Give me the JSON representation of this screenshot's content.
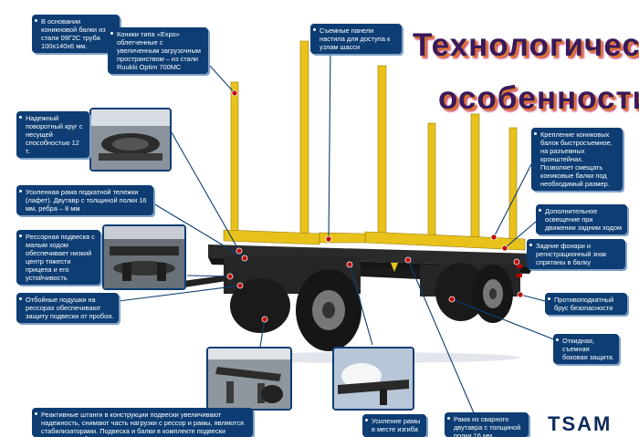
{
  "title": {
    "line1": "Технологические",
    "line2": "особенности"
  },
  "callouts": {
    "base_beams": "В основании коникновой балки из стали 09Г2С труба 100х140х6 мм.",
    "expo_stakes": "Коники типа «Expo» облегченные с увеличенным загрузочным пространством – из стали Ruukki Optim 700MC",
    "removable_panels": "Съемные панели настила для доступа к узлам шасси",
    "turntable": "Надежный поворотный круг с несущей способностью 12 т.",
    "stake_mount": "Крепление кониковых балок быстросъемное, на разъемных кронштейнах. Позволяет смещать кониковые балки под необходимый размер.",
    "reinforced_frame": "Усиленная рама подкатной тележки (лафет). Двутавр с толщиной полки 16 мм, ребра – 8 мм",
    "extra_lighting": "Дополнительное освещение при движении задним ходом",
    "spring_suspension": "Рессорная подвеска с малым ходом обеспечивает низкий центр тяжести прицепа и его устойчивость",
    "rear_lights": "Задние фонари и регистрационный знак спрятаны в балку",
    "bump_pads": "Отбойные подушки на рессорах обеспечивают защиту подвески от пробоя.",
    "underrun_bar": "Противоподкатный брус безопасности",
    "side_guard": "Откидная, съемная боковая защита.",
    "reaction_rods": "Реактивные штанги в конструкции подвески увеличивают надежность, снимают часть нагрузки с рессор и рамы, являются стабилизаторами. Подвеска и балки в комплекте подвески позволяют работать",
    "frame_bend": "Усиление рамы в месте изгиба",
    "welded_frame": "Рама из сварного двутавра с толщиной полки 16 мм"
  },
  "brand": "TSAM",
  "colors": {
    "callout_bg": "#0d3d73",
    "stake_yellow": "#e8c21a",
    "chassis_dark": "#1e1e1e",
    "title_shadow": "#e07a2a"
  }
}
